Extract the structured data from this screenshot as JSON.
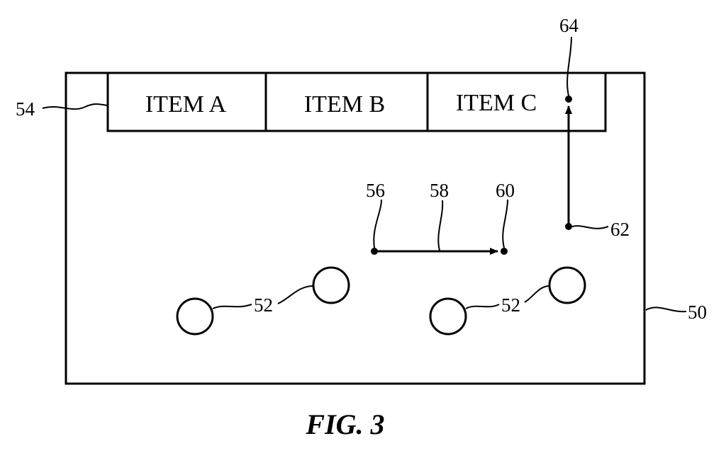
{
  "menu_bar": {
    "items": [
      {
        "label": "ITEM A"
      },
      {
        "label": "ITEM B"
      },
      {
        "label": "ITEM C"
      }
    ]
  },
  "reference_numerals": {
    "screen": "50",
    "objects": "52",
    "objects_second": "52",
    "menu_bar": "54",
    "gesture_start": "56",
    "gesture_path": "58",
    "gesture_end": "60",
    "second_gesture_start": "62",
    "second_gesture_end": "64"
  },
  "caption": "FIG. 3",
  "colors": {
    "ink": "#000000",
    "paper": "#ffffff"
  }
}
